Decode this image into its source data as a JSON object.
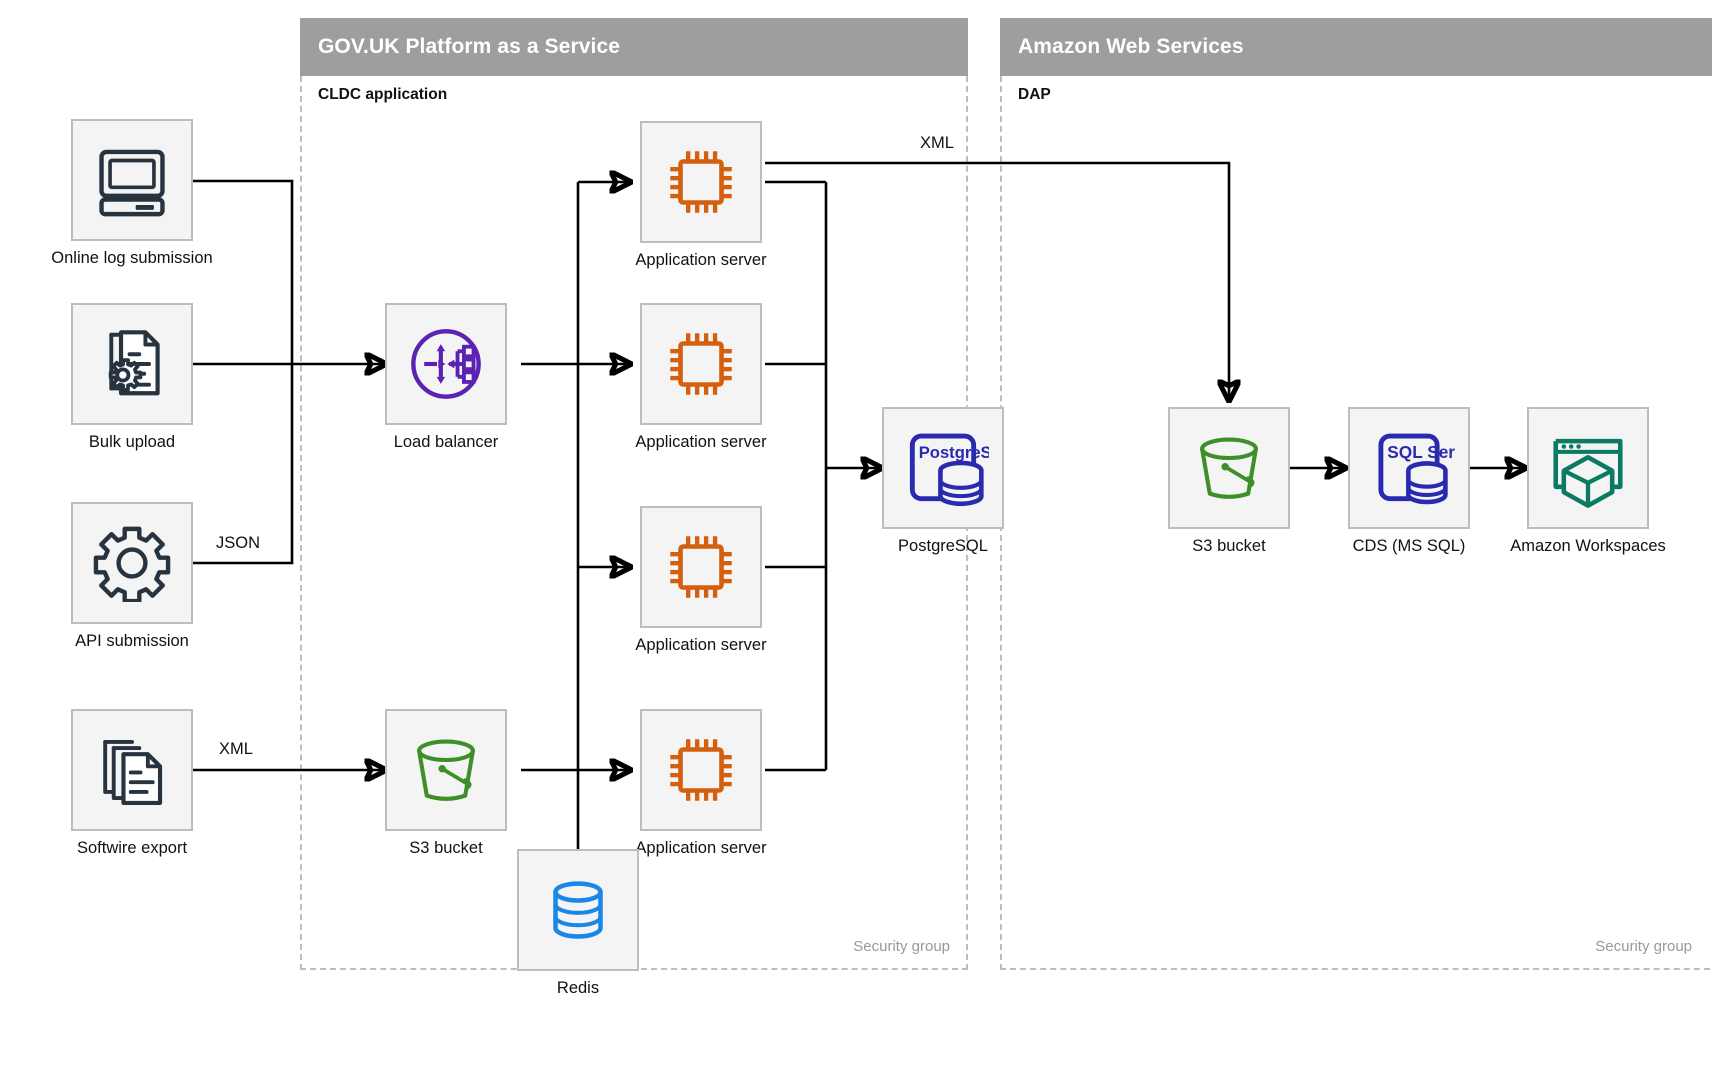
{
  "groups": [
    {
      "id": "paas",
      "title": "GOV.UK Platform as a Service",
      "sub_label": "CLDC application",
      "security_label": "Security group"
    },
    {
      "id": "aws",
      "title": "Amazon Web Services",
      "sub_label": "DAP",
      "security_label": "Security group"
    }
  ],
  "nodes": {
    "online_log_submission": {
      "label": "Online log submission",
      "icon": "desktop-computer-icon"
    },
    "bulk_upload": {
      "label": "Bulk upload",
      "icon": "document-gear-icon"
    },
    "api_submission": {
      "label": "API submission",
      "icon": "gear-icon"
    },
    "softwire_export": {
      "label": "Softwire export",
      "icon": "document-stack-icon"
    },
    "load_balancer": {
      "label": "Load balancer",
      "icon": "load-balancer-icon"
    },
    "s3_bucket_paas": {
      "label": "S3 bucket",
      "icon": "s3-bucket-icon"
    },
    "app_server_1": {
      "label": "Application server",
      "icon": "cpu-chip-icon"
    },
    "app_server_2": {
      "label": "Application server",
      "icon": "cpu-chip-icon"
    },
    "app_server_3": {
      "label": "Application server",
      "icon": "cpu-chip-icon"
    },
    "app_server_4": {
      "label": "Application server",
      "icon": "cpu-chip-icon"
    },
    "postgresql": {
      "label": "PostgreSQL",
      "icon": "postgresql-icon",
      "icon_text": "PostgreSQL"
    },
    "redis": {
      "label": "Redis",
      "icon": "redis-database-icon"
    },
    "s3_bucket_aws": {
      "label": "S3 bucket",
      "icon": "s3-bucket-icon"
    },
    "cds_ms_sql": {
      "label": "CDS (MS SQL)",
      "icon": "sql-server-icon",
      "icon_text": "SQL Server"
    },
    "amazon_workspaces": {
      "label": "Amazon Workspaces",
      "icon": "amazon-workspaces-icon"
    }
  },
  "edge_labels": {
    "api_to_lb": "JSON",
    "softwire_to_s3": "XML",
    "app_to_s3_aws": "XML"
  },
  "colors": {
    "band": "#9e9e9e",
    "tile_fill": "#f4f4f4",
    "tile_border": "#bdbdbd",
    "dashed_border": "#bdbdbd",
    "chip_orange": "#d4600f",
    "load_balancer_purple": "#5b22b4",
    "postgres_blue": "#2a2ab0",
    "bucket_green": "#3f8f29",
    "redis_blue": "#1887e8",
    "workspaces_teal": "#0b7a63",
    "dark_navy": "#27333f",
    "line": "#000000",
    "muted_text": "#999999"
  }
}
